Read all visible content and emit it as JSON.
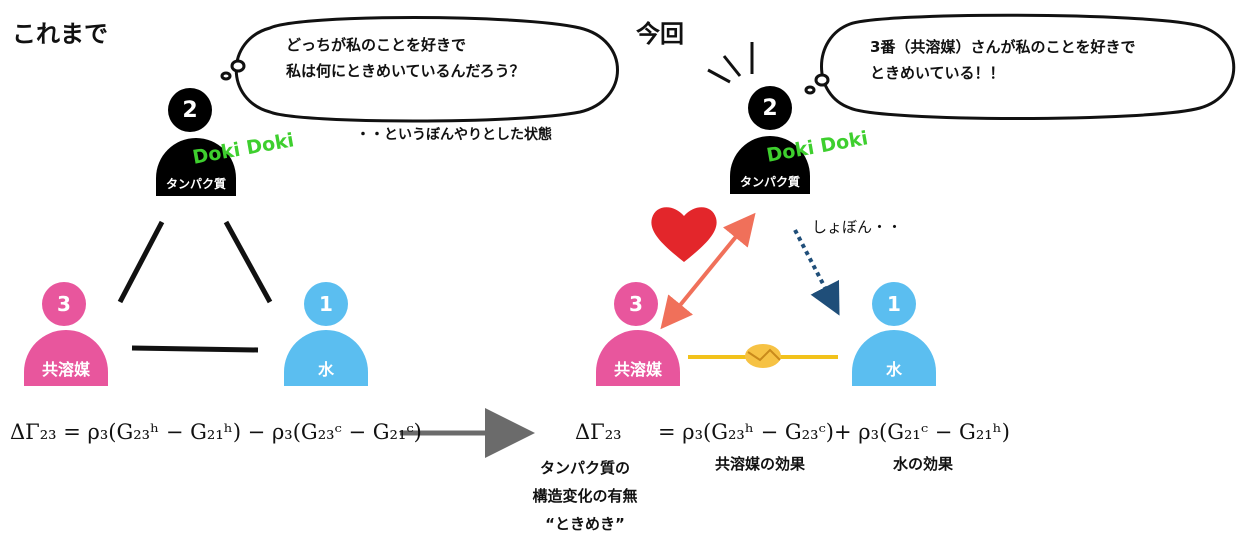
{
  "left": {
    "heading": "これまで",
    "thought": [
      "どっちが私のことを好きで",
      "私は何にときめいているんだろう？"
    ],
    "state_note": "・・というぼんやりとした状態",
    "protein": {
      "number": "2",
      "label": "タンパク質",
      "doki": "Doki Doki"
    },
    "cosolvent": {
      "number": "3",
      "label": "共溶媒"
    },
    "water": {
      "number": "1",
      "label": "水"
    }
  },
  "right": {
    "heading": "今回",
    "thought": [
      "3番（共溶媒）さんが私のことを好きで",
      "ときめいている！！"
    ],
    "protein": {
      "number": "2",
      "label": "タンパク質",
      "doki": "Doki Doki"
    },
    "cosolvent": {
      "number": "3",
      "label": "共溶媒"
    },
    "water": {
      "number": "1",
      "label": "水"
    },
    "sad_note": "しょぼん・・"
  },
  "formula": {
    "left": "ΔΓ₂₃ = ρ₃(G₂₃ʰ − G₂₁ʰ) − ρ₃(G₂₃ᶜ − G₂₁ᶜ)",
    "right_lhs": "ΔΓ₂₃",
    "right_term1": "= ρ₃(G₂₃ʰ − G₂₃ᶜ)",
    "right_term2": "+ ρ₃(G₂₁ᶜ − G₂₁ʰ)"
  },
  "captions": {
    "protein": [
      "タンパク質の",
      "構造変化の有無",
      "“ときめき”"
    ],
    "cosolvent_effect": "共溶媒の効果",
    "water_effect": "水の効果"
  },
  "colors": {
    "protein": "#000000",
    "cosolvent": "#e8569d",
    "water": "#5bbef0",
    "doki": "#3ecf2e",
    "heart": "#e3262b",
    "arrow_red": "#f0705a",
    "arrow_blue": "#1f4e79",
    "handshake_line": "#f2c21b"
  }
}
